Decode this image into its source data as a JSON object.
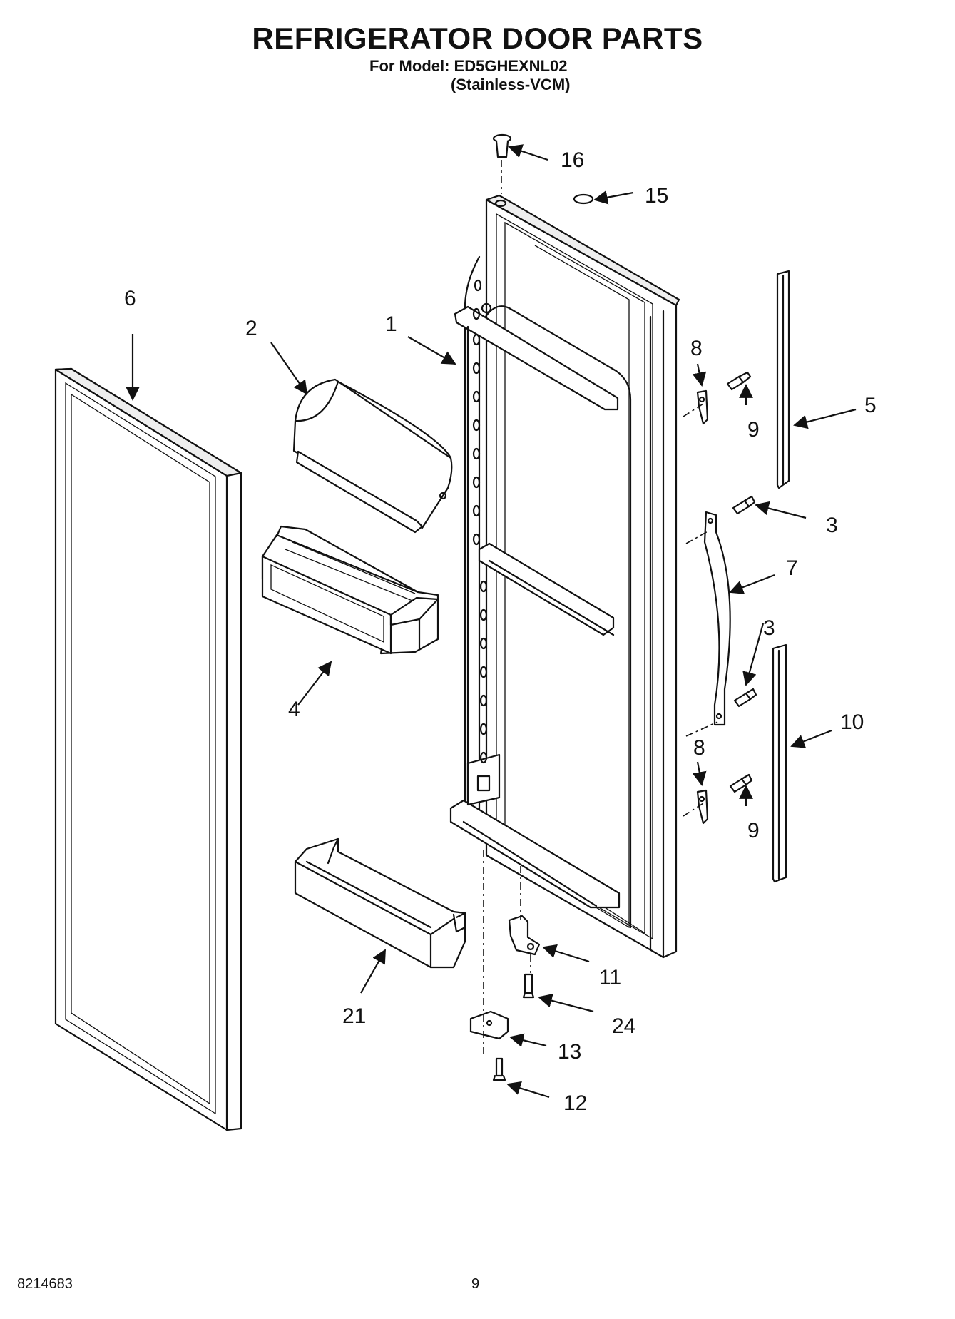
{
  "header": {
    "title": "REFRIGERATOR DOOR PARTS",
    "model_line": "For Model: ED5GHEXNL02",
    "variant_line": "(Stainless-VCM)"
  },
  "footer": {
    "document_number": "8214683",
    "page_number": "9"
  },
  "callouts": [
    "1",
    "2",
    "3",
    "3",
    "4",
    "5",
    "6",
    "7",
    "8",
    "8",
    "9",
    "9",
    "10",
    "11",
    "12",
    "13",
    "15",
    "16",
    "21",
    "24"
  ]
}
